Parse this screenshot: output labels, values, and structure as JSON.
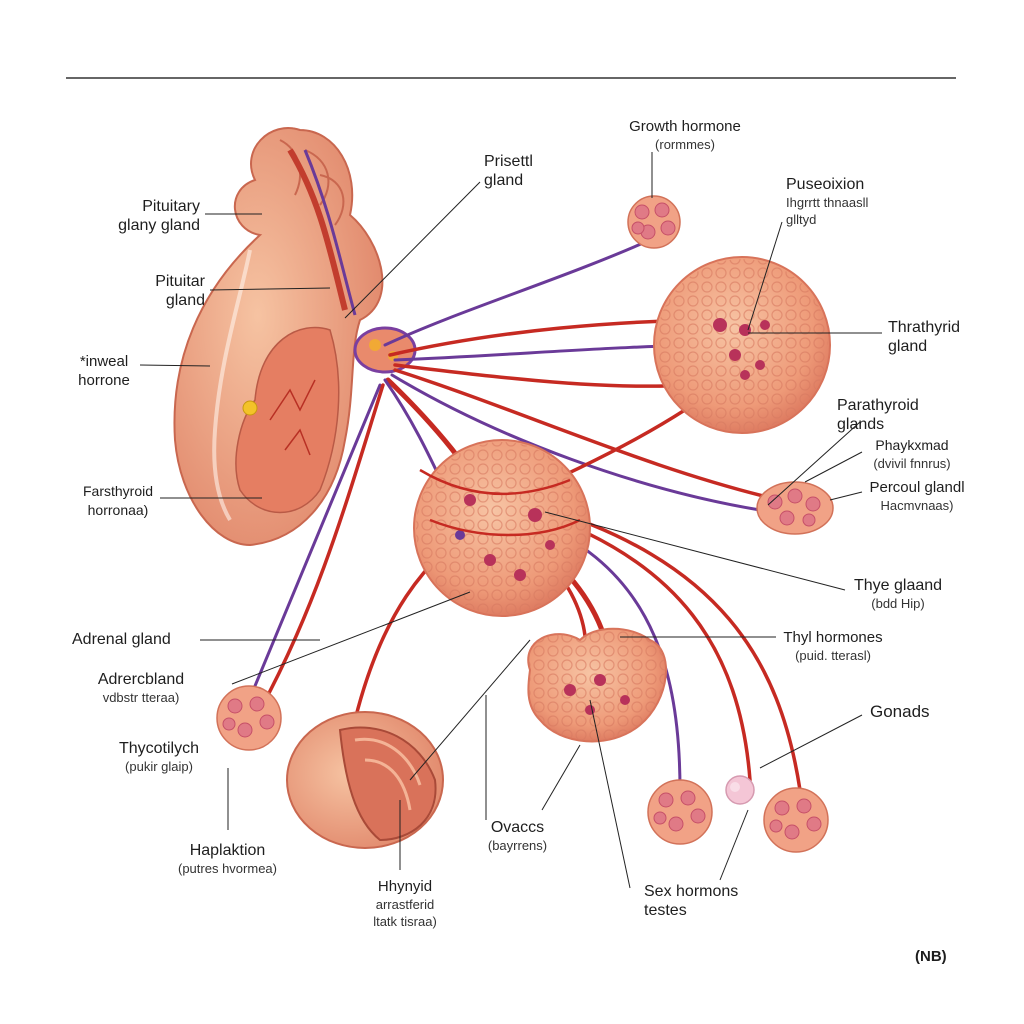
{
  "labels": {
    "pituitary_glany": [
      "Pituitary",
      "glany gland"
    ],
    "pituitar": [
      "Pituitar",
      "gland"
    ],
    "inweal": [
      "*inweal",
      "horrone"
    ],
    "farsthyroid": [
      "Farsthyroid",
      "horronaa)"
    ],
    "adrenal_gland": "Adrenal gland",
    "adrercbland": [
      "Adrercbland",
      "vdbstr tteraa)"
    ],
    "thycotilych": [
      "Thycotilych",
      "(pukir glaip)"
    ],
    "haplaktion": [
      "Haplaktion",
      "(putres hvormea)"
    ],
    "hhynyid": [
      "Hhynyid",
      "arrastferid",
      "ltatk tisraa)"
    ],
    "ovaccs": [
      "Ovaccs",
      "(bayrrens)"
    ],
    "sex_hormons": [
      "Sex hormons",
      "testes"
    ],
    "prisettl": [
      "Prisettl",
      "gland"
    ],
    "growth_hormone": [
      "Growth hormone",
      "(rormmes)"
    ],
    "puseoixion": [
      "Puseoixion",
      "Ihgrrtt thnaasll",
      "glltyd"
    ],
    "thrathyrid": [
      "Thrathyrid",
      "gland"
    ],
    "parathyroid": [
      "Parathyroid",
      "glands"
    ],
    "phaykxmad": [
      "Phaykxmad",
      "(dvivil fnnrus)"
    ],
    "percoul": [
      "Percoul glandl",
      "Hacmvnaas)"
    ],
    "thye_glaand": [
      "Thye glaand",
      "(bdd Hip)"
    ],
    "thyl_hormones": [
      "Thyl hormones",
      "(puid. tterasl)"
    ],
    "gonads": "Gonads",
    "corner_mark": "(NB)"
  },
  "colors": {
    "artery": "#c62a22",
    "vein": "#6a3a98",
    "tissue": "#ee9e7e",
    "tissue_dark": "#d9725a",
    "nucleus": "#b8325a",
    "leader": "#222222"
  }
}
